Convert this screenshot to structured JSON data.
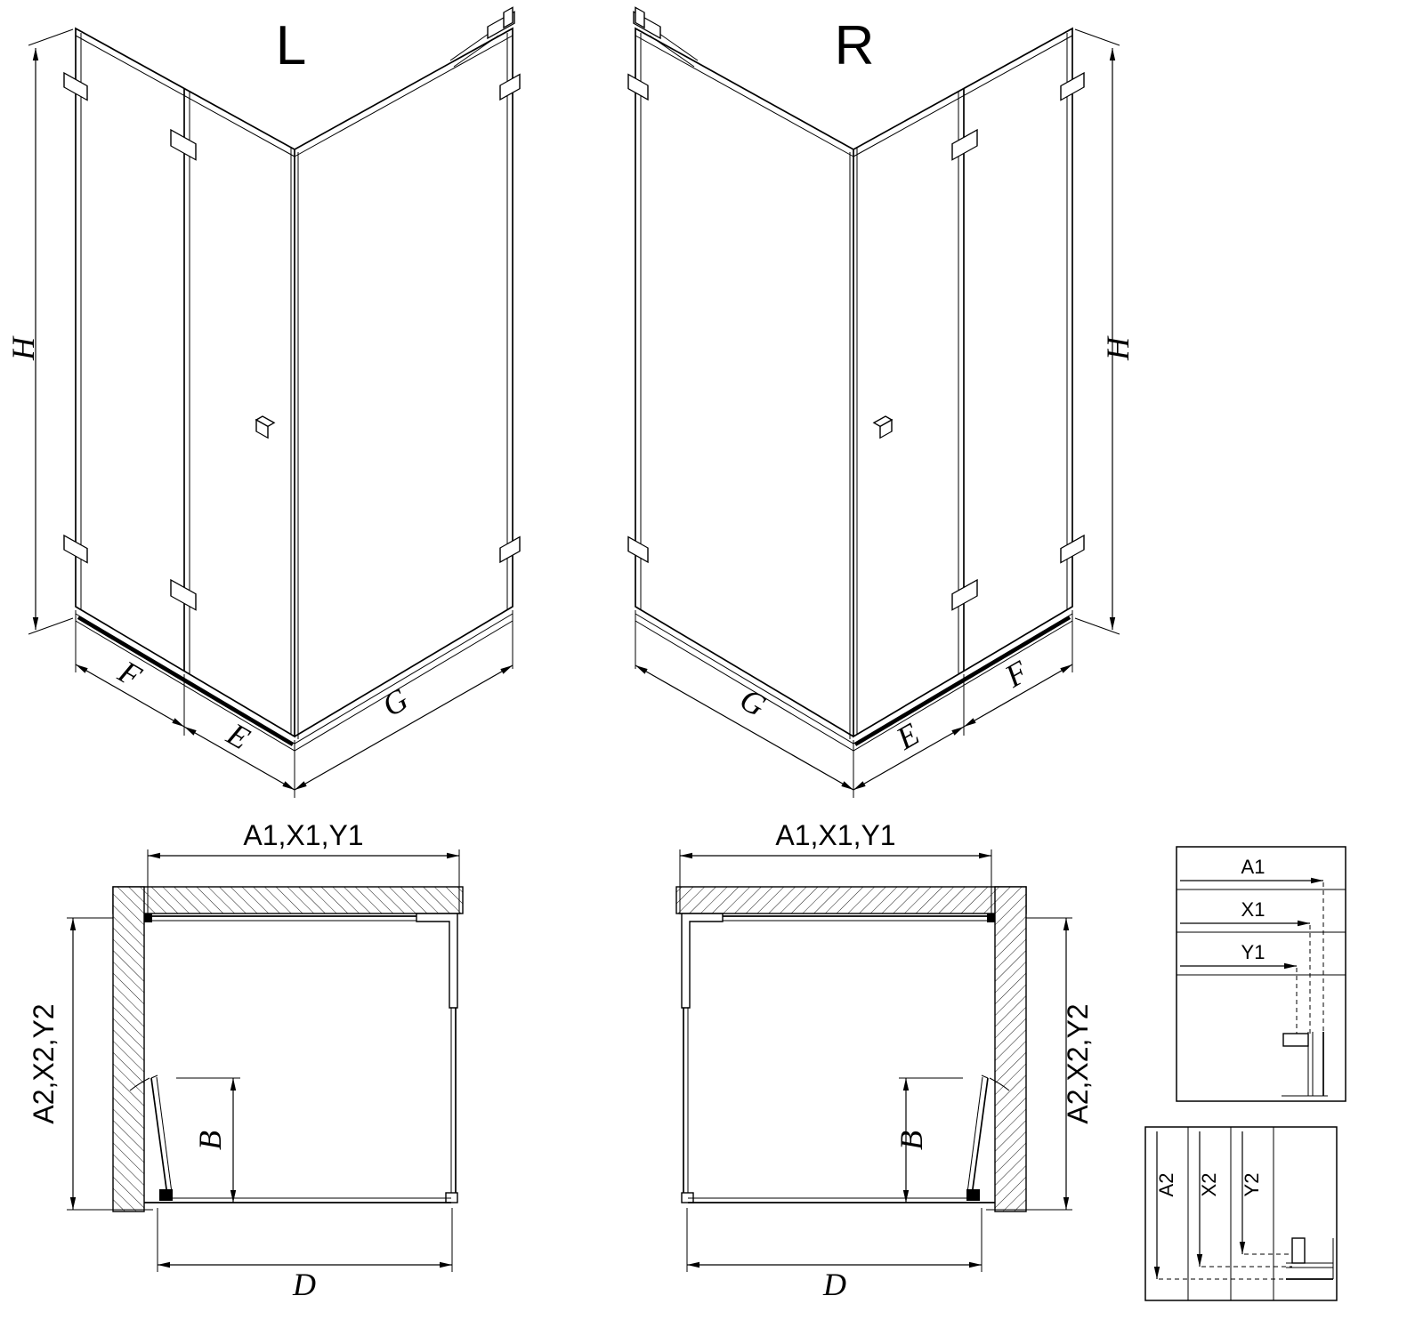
{
  "drawing": {
    "background": "#ffffff",
    "ink": "#000000",
    "views": {
      "iso_left": {
        "title": "L",
        "dim_height": "H",
        "dim_fixed": "F",
        "dim_door": "E",
        "dim_return": "G"
      },
      "iso_right": {
        "title": "R",
        "dim_height": "H",
        "dim_fixed": "F",
        "dim_door": "E",
        "dim_return": "G"
      },
      "plan_left": {
        "dim_width": "A1,X1,Y1",
        "dim_depth": "A2,X2,Y2",
        "dim_door": "B",
        "dim_entry": "D"
      },
      "plan_right": {
        "dim_width": "A1,X1,Y1",
        "dim_depth": "A2,X2,Y2",
        "dim_door": "B",
        "dim_entry": "D"
      },
      "detail_width": {
        "labels": [
          "A1",
          "X1",
          "Y1"
        ]
      },
      "detail_depth": {
        "labels": [
          "A2",
          "X2",
          "Y2"
        ]
      }
    }
  }
}
